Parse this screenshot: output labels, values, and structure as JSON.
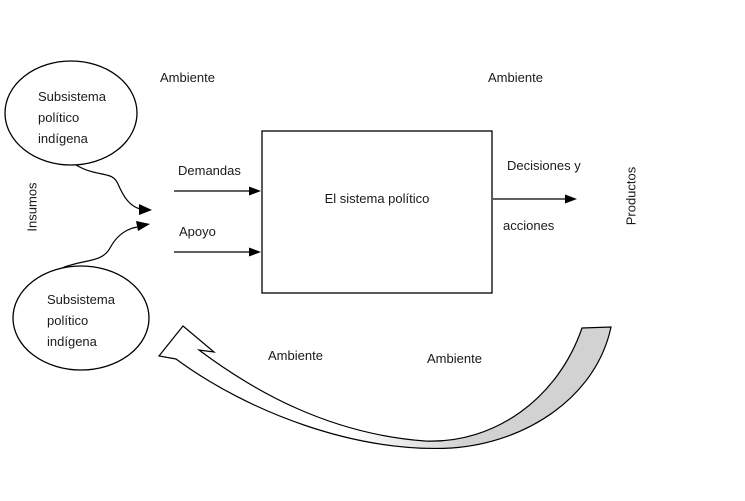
{
  "diagram": {
    "labels": {
      "ambiente_top_left": "Ambiente",
      "ambiente_top_right": "Ambiente",
      "ambiente_bottom_left": "Ambiente",
      "ambiente_bottom_right": "Ambiente",
      "insumos": "Insumos",
      "productos": "Productos",
      "demandas": "Demandas",
      "apoyo": "Apoyo",
      "decisiones_line1": "Decisiones y",
      "decisiones_line2": "acciones",
      "sistema": "El sistema político"
    },
    "subsystem_top": {
      "lines": [
        "Subsistema",
        "político",
        "indígena"
      ]
    },
    "subsystem_bottom": {
      "lines": [
        "Subsistema",
        "político",
        "indígena"
      ]
    },
    "colors": {
      "background": "#ffffff",
      "line": "#000000",
      "text": "#1a1a1a",
      "feedback_arrow_fill": "#d2d2d2"
    }
  }
}
